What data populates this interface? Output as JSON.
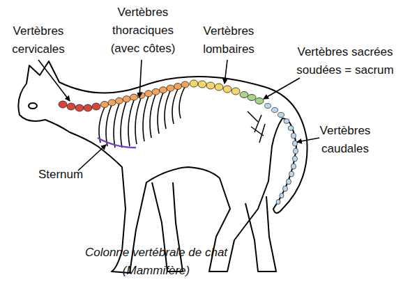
{
  "diagram": {
    "caption": "Colonne vertébrale de chat (Mammifère)",
    "labels": [
      "Vertèbres cervicales",
      "Vertèbres thoraciques (avec côtes)",
      "Vertèbres lombaires",
      "Vertèbres sacrées soudées = sacrum",
      "Vertèbres caudales",
      "Sternum"
    ]
  }
}
